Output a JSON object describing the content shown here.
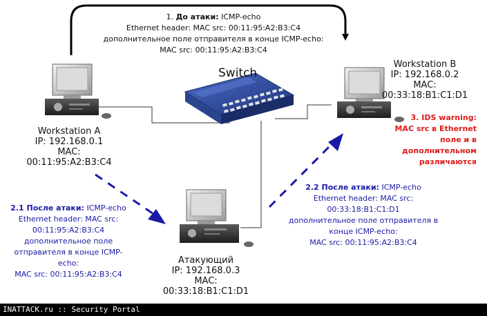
{
  "switch_label": "Switch",
  "workstation_a": {
    "name": "Workstation A",
    "ip": "IP: 192.168.0.1",
    "mac_label": "MAC:",
    "mac": "00:11:95:A2:B3:C4"
  },
  "workstation_b": {
    "name": "Workstation B",
    "ip": "IP: 192.168.0.2",
    "mac_label": "MAC:",
    "mac": "00:33:18:B1:C1:D1"
  },
  "attacker": {
    "name": "Атакующий",
    "ip": "IP: 192.168.0.3",
    "mac_label": "MAC:",
    "mac": "00:33:18:B1:C1:D1"
  },
  "step1": {
    "num": "1.",
    "title": "До атаки:",
    "proto": "ICMP-echo",
    "lines": [
      "Ethernet header: MAC src: 00:11:95:A2:B3:C4",
      "дополнительное поле отправителя в конце ICMP-echo:",
      "MAC src: 00:11:95:A2:B3:C4"
    ]
  },
  "step21": {
    "title": "2.1 После атаки:",
    "proto": "ICMP-echo",
    "lines": [
      "Ethernet header: MAC src:",
      "00:11:95:A2:B3:C4",
      "дополнительное поле",
      "отправителя в конце ICMP-",
      "echo:",
      "MAC src: 00:11:95:A2:B3:C4"
    ]
  },
  "step22": {
    "title": "2.2 После атаки:",
    "proto": "ICMP-echo",
    "lines": [
      "Ethernet header: MAC src:",
      "00:33:18:B1:C1:D1",
      "дополнительное поле отправителя в",
      "конце ICMP-echo:",
      "MAC src: 00:11:95:A2:B3:C4"
    ]
  },
  "warning": {
    "lines": [
      "3. IDS warning:",
      "MAC src в Ethernet",
      "поле и в",
      "дополнительном",
      "различаются"
    ]
  },
  "footer": "INATTACK.ru :: Security Portal",
  "colors": {
    "arrow_blue": "#1a1aa6",
    "warning_red": "#e11b1b",
    "switch_blue": "#2d4a9c"
  }
}
